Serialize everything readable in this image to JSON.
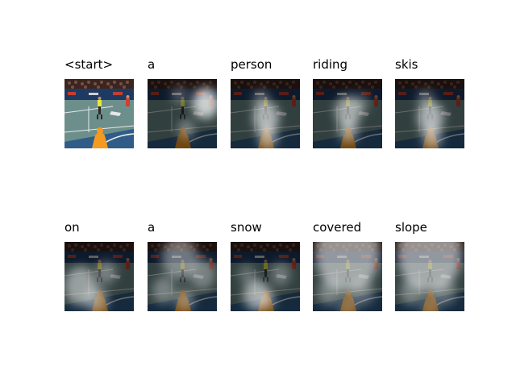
{
  "panels": [
    {
      "word": "<start>",
      "attention": "none"
    },
    {
      "word": "a",
      "attention": "right-center"
    },
    {
      "word": "person",
      "attention": "center-lower"
    },
    {
      "word": "riding",
      "attention": "center"
    },
    {
      "word": "skis",
      "attention": "center-lower"
    },
    {
      "word": "on",
      "attention": "left-lower"
    },
    {
      "word": "a",
      "attention": "spread"
    },
    {
      "word": "snow",
      "attention": "lower"
    },
    {
      "word": "covered",
      "attention": "top-band"
    },
    {
      "word": "slope",
      "attention": "top-band"
    }
  ]
}
